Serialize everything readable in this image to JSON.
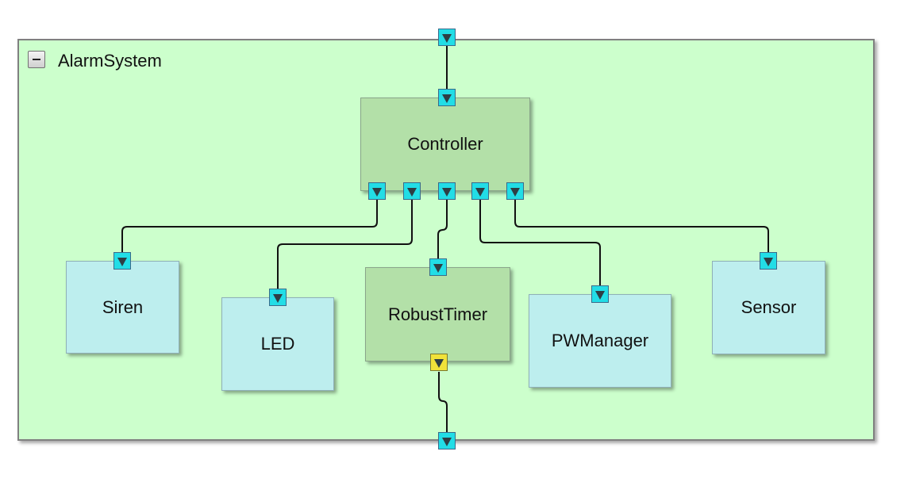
{
  "container": {
    "title": "AlarmSystem"
  },
  "blocks": {
    "controller": "Controller",
    "siren": "Siren",
    "led": "LED",
    "robust_timer": "RobustTimer",
    "pw_manager": "PWManager",
    "sensor": "Sensor"
  },
  "colors": {
    "container_fill": "#ccffcc",
    "composite_block_fill": "#b3e0a8",
    "leaf_block_fill": "#bdeeee",
    "port_fill": "#22dde6",
    "special_port_fill": "#f0e23a"
  }
}
